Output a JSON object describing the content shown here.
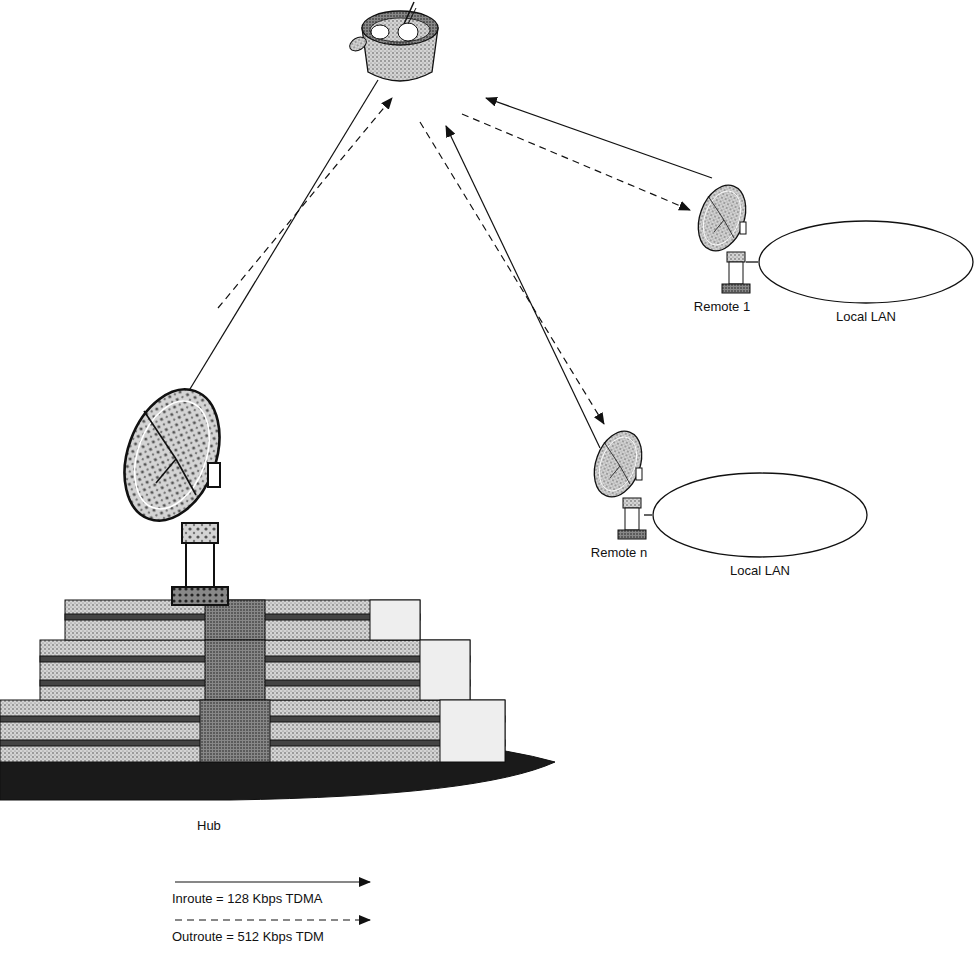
{
  "diagram": {
    "nodes": [
      {
        "text": [
          "Remote 1"
        ]
      },
      {
        "text": [
          "Local LAN"
        ]
      },
      {
        "text": [
          "Hub"
        ]
      },
      {
        "text": [
          "Remote n"
        ]
      },
      {
        "text": [
          "Local LAN"
        ]
      }
    ],
    "edges": [
      {
        "from": 0,
        "to": 1,
        "arrow": "none"
      },
      {
        "from": 3,
        "to": 4,
        "arrow": "none"
      }
    ],
    "legend": [
      {
        "text": "Inroute = 128 Kbps TDMA"
      },
      {
        "text": "Outroute = 512 Kbps TDM"
      }
    ]
  }
}
